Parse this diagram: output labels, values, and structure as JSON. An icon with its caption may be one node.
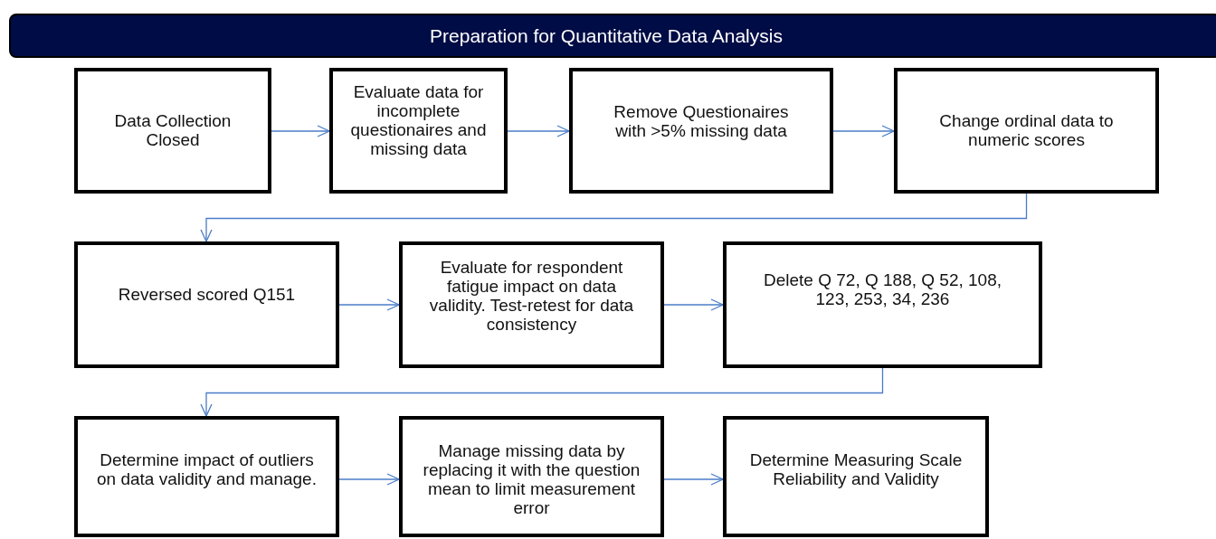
{
  "diagram": {
    "title": "Preparation for Quantitative Data Analysis",
    "nodes": [
      {
        "text": [
          "Data Collection Closed"
        ]
      },
      {
        "text": [
          "Evaluate data for incomplete questionaires and missing data"
        ]
      },
      {
        "text": [
          "Remove Questionaires with >5% missing data"
        ]
      },
      {
        "text": [
          "Change ordinal data to numeric scores"
        ]
      },
      {
        "text": [
          "Reversed scored Q151"
        ]
      },
      {
        "text": [
          "Evaluate for respondent fatigue impact on data validity. Test-retest for data consistency"
        ]
      },
      {
        "text": [
          "Delete Q 72,  Q 188, Q 52, 108, 123, 253, 34, 236"
        ]
      },
      {
        "text": [
          "Determine impact of outliers on  data validity and manage."
        ]
      },
      {
        "text": [
          "Manage missing data by replacing it with the question mean to limit measurement error"
        ]
      },
      {
        "text": [
          "Determine Measuring Scale Reliability and Validity"
        ]
      }
    ],
    "edges": [
      {
        "from": 0,
        "to": 1,
        "arrow": "to"
      },
      {
        "from": 1,
        "to": 2,
        "arrow": "to"
      },
      {
        "from": 2,
        "to": 3,
        "arrow": "to"
      },
      {
        "from": 3,
        "to": 4,
        "arrow": "to"
      },
      {
        "from": 4,
        "to": 5,
        "arrow": "to"
      },
      {
        "from": 5,
        "to": 6,
        "arrow": "to"
      },
      {
        "from": 6,
        "to": 7,
        "arrow": "to"
      },
      {
        "from": 7,
        "to": 8,
        "arrow": "to"
      },
      {
        "from": 8,
        "to": 9,
        "arrow": "to"
      }
    ]
  }
}
